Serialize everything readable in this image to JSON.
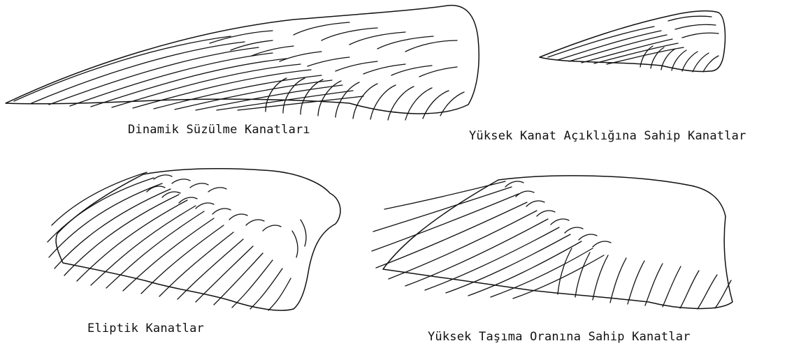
{
  "wings": [
    {
      "label": "Dinamik Süzülme Kanatları"
    },
    {
      "label": "Yüksek Kanat Açıklığına Sahip Kanatlar"
    },
    {
      "label": "Eliptik Kanatlar"
    },
    {
      "label": "Yüksek Taşıma Oranına Sahip Kanatlar"
    }
  ]
}
